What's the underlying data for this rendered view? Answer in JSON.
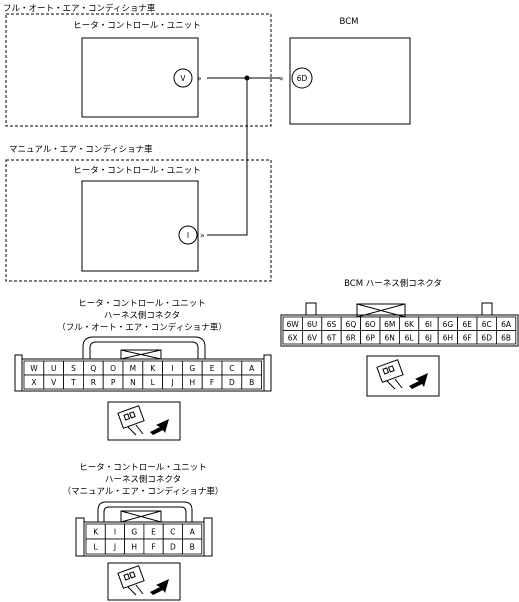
{
  "diagram": {
    "section_full_auto": {
      "label": "フル・オート・エア・コンディショナ車"
    },
    "section_manual": {
      "label": "マニュアル・エア・コンディショナ車"
    },
    "heater_unit_full": {
      "label": "ヒータ・コントロール・ユニット",
      "terminal": "V"
    },
    "heater_unit_manual": {
      "label": "ヒータ・コントロール・ユニット",
      "terminal": "I"
    },
    "bcm": {
      "label": "BCM",
      "terminal": "6D"
    },
    "bcm_connector": {
      "title": "BCM ハーネス側コネクタ",
      "row1": [
        "6W",
        "6U",
        "6S",
        "6Q",
        "6O",
        "6M",
        "6K",
        "6I",
        "6G",
        "6E",
        "6C",
        "6A"
      ],
      "row2": [
        "6X",
        "6V",
        "6T",
        "6R",
        "6P",
        "6N",
        "6L",
        "6J",
        "6H",
        "6F",
        "6D",
        "6B"
      ]
    },
    "full_connector": {
      "title_lines": [
        "ヒータ・コントロール・ユニット",
        "ハーネス側コネクタ",
        "（フル・オート・エア・コンディショナ車）"
      ],
      "row1": [
        "W",
        "U",
        "S",
        "Q",
        "O",
        "M",
        "K",
        "I",
        "G",
        "E",
        "C",
        "A"
      ],
      "row2": [
        "X",
        "V",
        "T",
        "R",
        "P",
        "N",
        "L",
        "J",
        "H",
        "F",
        "D",
        "B"
      ]
    },
    "manual_connector": {
      "title_lines": [
        "ヒータ・コントロール・ユニット",
        "ハーネス側コネクタ",
        "（マニュアル・エア・コンディショナ車）"
      ],
      "row1": [
        "K",
        "I",
        "G",
        "E",
        "C",
        "A"
      ],
      "row2": [
        "L",
        "J",
        "H",
        "F",
        "D",
        "B"
      ]
    }
  }
}
